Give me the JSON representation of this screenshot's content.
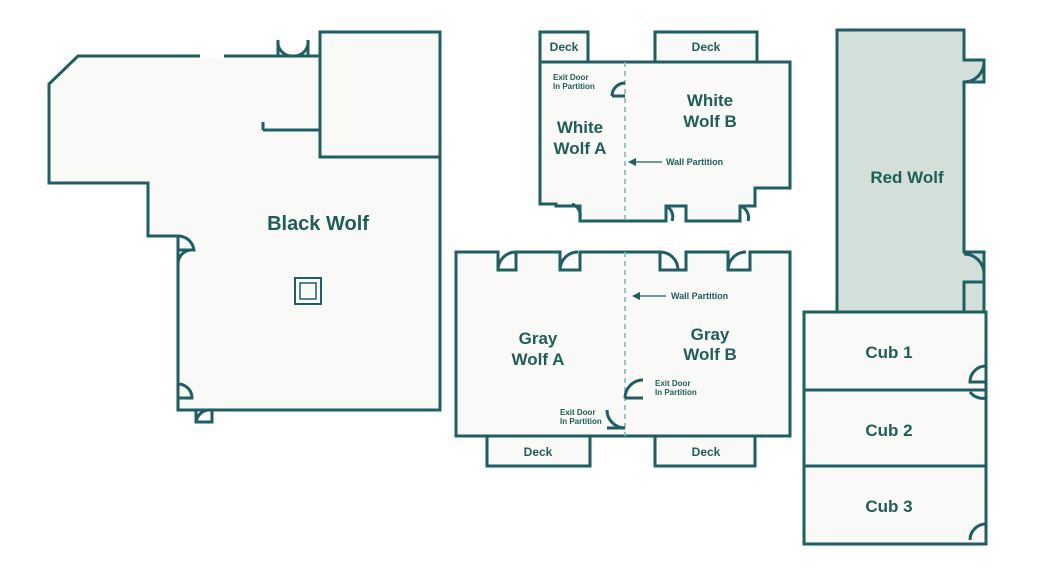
{
  "colors": {
    "wall": "#1d5f63",
    "room_fill": "#f9f9f7",
    "red_wolf_fill": "#d3e0da",
    "label": "#1f5e58",
    "partition": "#7fb8bb"
  },
  "rooms": {
    "black_wolf": "Black Wolf",
    "white_wolf_a": [
      "White",
      "Wolf A"
    ],
    "white_wolf_b": [
      "White",
      "Wolf B"
    ],
    "gray_wolf_a": [
      "Gray",
      "Wolf A"
    ],
    "gray_wolf_b": [
      "Gray",
      "Wolf B"
    ],
    "red_wolf": "Red Wolf",
    "cub_1": "Cub 1",
    "cub_2": "Cub 2",
    "cub_3": "Cub 3"
  },
  "decks": {
    "white_left": "Deck",
    "white_right": "Deck",
    "gray_left": "Deck",
    "gray_right": "Deck"
  },
  "annotations": {
    "exit_door": [
      "Exit Door",
      "In Partition"
    ],
    "wall_partition": "Wall Partition"
  },
  "icons": {
    "door_swing": "door-swing-icon",
    "pillar": "pillar-icon",
    "arrow": "arrow-left-icon"
  }
}
